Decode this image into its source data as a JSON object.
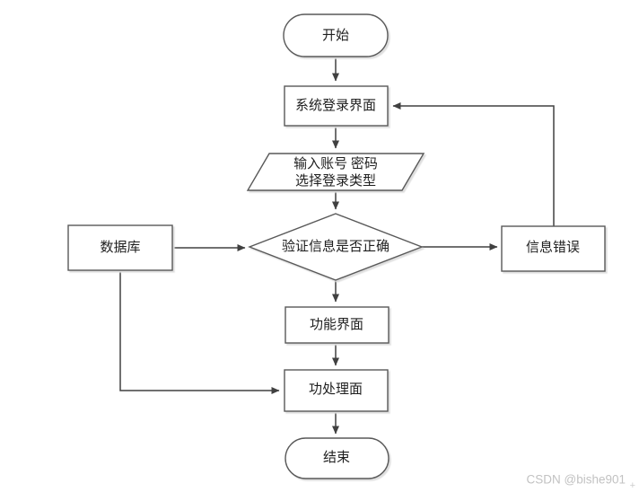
{
  "page": {
    "background": "#ffffff"
  },
  "flowchart": {
    "nodes": {
      "start": {
        "label": "开始",
        "shape": "terminator"
      },
      "login": {
        "label": "系统登录界面",
        "shape": "process"
      },
      "input": {
        "label_line1": "输入账号 密码",
        "label_line2": "选择登录类型",
        "shape": "input-output"
      },
      "verify": {
        "label": "验证信息是否正确",
        "shape": "decision"
      },
      "database": {
        "label": "数据库",
        "shape": "process"
      },
      "error": {
        "label": "信息错误",
        "shape": "process"
      },
      "function_ui": {
        "label": "功能界面",
        "shape": "process"
      },
      "process_ui": {
        "label": "功处理面",
        "shape": "process"
      },
      "end": {
        "label": "结束",
        "shape": "terminator"
      }
    },
    "edges": [
      {
        "from": "start",
        "to": "login"
      },
      {
        "from": "login",
        "to": "input"
      },
      {
        "from": "input",
        "to": "verify"
      },
      {
        "from": "database",
        "to": "verify"
      },
      {
        "from": "verify",
        "to": "error"
      },
      {
        "from": "error",
        "to": "login"
      },
      {
        "from": "verify",
        "to": "function_ui"
      },
      {
        "from": "function_ui",
        "to": "process_ui"
      },
      {
        "from": "database",
        "to": "process_ui"
      },
      {
        "from": "process_ui",
        "to": "end"
      }
    ],
    "colors": {
      "shape_fill": "#ffffff",
      "shape_stroke": "#595959",
      "arrow_stroke": "#404040",
      "text": "#1f1f1f",
      "shadow": "#dedede"
    }
  },
  "watermark": {
    "text": "CSDN @bishe901",
    "cursor_mark": "+",
    "color": "#c2c2c2"
  }
}
